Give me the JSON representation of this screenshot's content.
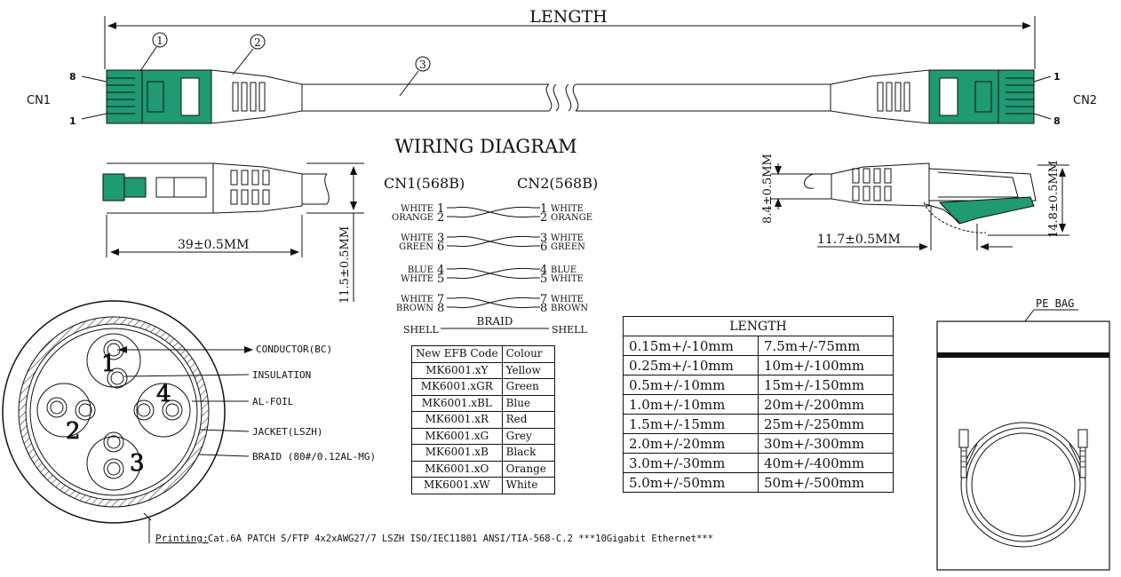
{
  "title_length": "LENGTH",
  "connectors": {
    "cn1": "CN1",
    "cn2": "CN2"
  },
  "callouts": {
    "c1": "1",
    "c2": "2",
    "c3": "3"
  },
  "pin_labels": {
    "left_top": "8",
    "left_bottom": "1",
    "right_top": "1",
    "right_bottom": "8"
  },
  "wiring": {
    "title": "WIRING DIAGRAM",
    "left_header": "CN1(568B)",
    "right_header": "CN2(568B)",
    "pins": [
      {
        "left_color": "WHITE",
        "left_pin": "1",
        "right_pin": "1",
        "right_color": "WHITE"
      },
      {
        "left_color": "ORANGE",
        "left_pin": "2",
        "right_pin": "2",
        "right_color": "ORANGE"
      },
      {
        "left_color": "WHITE",
        "left_pin": "3",
        "right_pin": "3",
        "right_color": "WHITE"
      },
      {
        "left_color": "GREEN",
        "left_pin": "6",
        "right_pin": "6",
        "right_color": "GREEN"
      },
      {
        "left_color": "BLUE",
        "left_pin": "4",
        "right_pin": "4",
        "right_color": "BLUE"
      },
      {
        "left_color": "WHITE",
        "left_pin": "5",
        "right_pin": "5",
        "right_color": "WHITE"
      },
      {
        "left_color": "WHITE",
        "left_pin": "7",
        "right_pin": "7",
        "right_color": "WHITE"
      },
      {
        "left_color": "BROWN",
        "left_pin": "8",
        "right_pin": "8",
        "right_color": "BROWN"
      }
    ],
    "braid": "BRAID",
    "shell_left": "SHELL",
    "shell_right": "SHELL"
  },
  "dimensions": {
    "left_length": "39±0.5MM",
    "left_height": "11.5±0.5MM",
    "right_height_small": "8.4±0.5MM",
    "right_height_large": "14.8±0.5MM",
    "right_length": "11.7±0.5MM"
  },
  "code_table": {
    "header": [
      "New EFB Code",
      "Colour"
    ],
    "rows": [
      [
        "MK6001.xY",
        "Yellow"
      ],
      [
        "MK6001.xGR",
        "Green"
      ],
      [
        "MK6001.xBL",
        "Blue"
      ],
      [
        "MK6001.xR",
        "Red"
      ],
      [
        "MK6001.xG",
        "Grey"
      ],
      [
        "MK6001.xB",
        "Black"
      ],
      [
        "MK6001.xO",
        "Orange"
      ],
      [
        "MK6001.xW",
        "White"
      ]
    ]
  },
  "length_table": {
    "title": "LENGTH",
    "rows": [
      [
        "0.15m+/-10mm",
        "7.5m+/-75mm"
      ],
      [
        "0.25m+/-10mm",
        "10m+/-100mm"
      ],
      [
        "0.5m+/-10mm",
        "15m+/-150mm"
      ],
      [
        "1.0m+/-10mm",
        "20m+/-200mm"
      ],
      [
        "1.5m+/-15mm",
        "25m+/-250mm"
      ],
      [
        "2.0m+/-20mm",
        "30m+/-300mm"
      ],
      [
        "3.0m+/-30mm",
        "40m+/-400mm"
      ],
      [
        "5.0m+/-50mm",
        "50m+/-500mm"
      ]
    ]
  },
  "cross_section": {
    "labels": {
      "conductor": "CONDUCTOR(BC)",
      "insulation": "INSULATION",
      "foil": "AL-FOIL",
      "jacket": "JACKET(LSZH)",
      "braid": "BRAID (80#/0.12AL-MG)"
    },
    "pair_numbers": [
      "1",
      "2",
      "3",
      "4"
    ]
  },
  "printing": {
    "label": "Printing:",
    "text": "Cat.6A PATCH S/FTP 4x2xAWG27/7 LSZH ISO/IEC11801 ANSI/TIA-568-C.2 ***10Gigabit Ethernet***"
  },
  "pe_bag": "PE BAG",
  "colors": {
    "connector_green": "#1f9a72",
    "line": "#111111",
    "hatch": "#555555"
  }
}
